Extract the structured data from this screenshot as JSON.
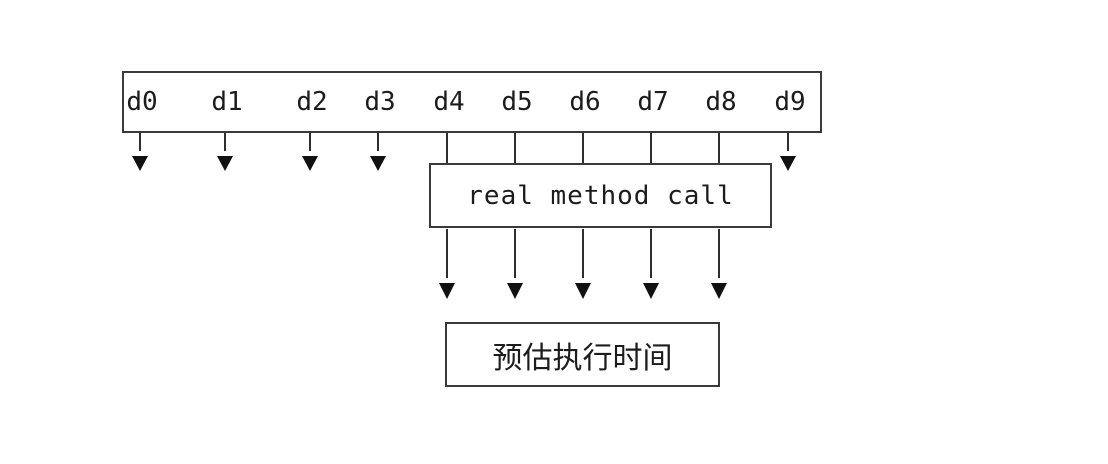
{
  "diagram": {
    "top_box": {
      "labels": [
        "d0",
        "d1",
        "d2",
        "d3",
        "d4",
        "d5",
        "d6",
        "d7",
        "d8",
        "d9"
      ]
    },
    "real_method_call_box": {
      "label": "real method call"
    },
    "estimated_time_box": {
      "label": "预估执行时间"
    },
    "flow": {
      "direct_outputs": [
        "d0",
        "d1",
        "d2",
        "d3",
        "d9"
      ],
      "into_real_method_call": [
        "d4",
        "d5",
        "d6",
        "d7",
        "d8"
      ],
      "real_method_call_outputs_to": "预估执行时间"
    },
    "colors": {
      "line": "#2e2e2e",
      "border": "#3a3a3a",
      "text": "#1c1c1c",
      "background": "#ffffff"
    }
  }
}
